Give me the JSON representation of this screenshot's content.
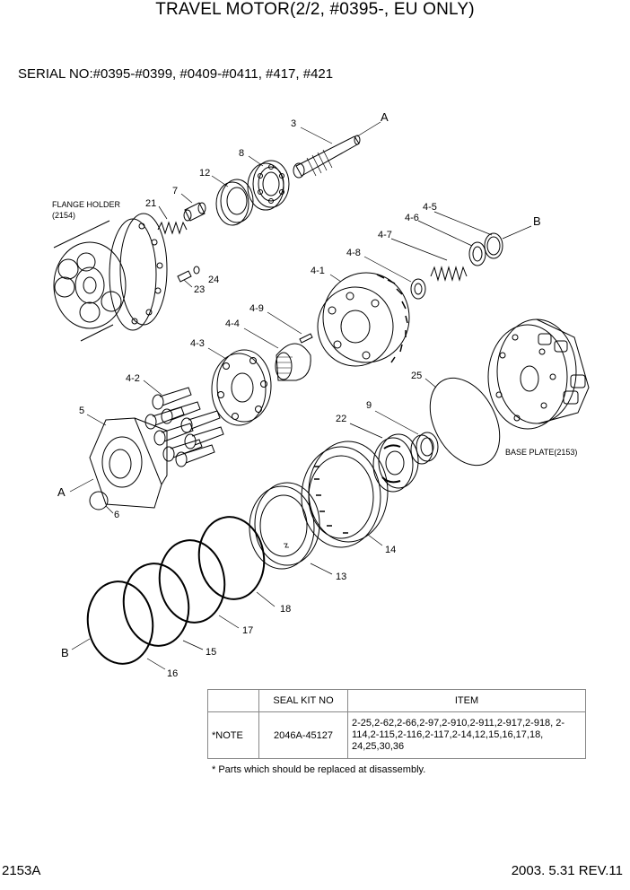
{
  "title": "TRAVEL MOTOR(2/2, #0395-, EU ONLY)",
  "serial": "SERIAL NO:#0395-#0399, #0409-#0411, #417, #421",
  "labels": {
    "a_top": "A",
    "b_right": "B",
    "a_left": "A",
    "b_left": "B",
    "p3": "3",
    "p8": "8",
    "p12": "12",
    "p7": "7",
    "p21": "21",
    "p24": "24",
    "p23": "23",
    "p4_5": "4-5",
    "p4_6": "4-6",
    "p4_7": "4-7",
    "p4_8": "4-8",
    "p4_1": "4-1",
    "p4_9": "4-9",
    "p4_4": "4-4",
    "p4_3": "4-3",
    "p4_2": "4-2",
    "p5": "5",
    "p6": "6",
    "p25": "25",
    "p9": "9",
    "p22": "22",
    "p14": "14",
    "p13": "13",
    "p18": "18",
    "p17": "17",
    "p15": "15",
    "p16": "16",
    "flange_holder": "FLANGE HOLDER",
    "flange_holder_no": "(2154)",
    "base_plate": "BASE PLATE(2153)"
  },
  "seal_table": {
    "header_blank": "",
    "header_kit": "SEAL KIT NO",
    "header_item": "ITEM",
    "note": "*NOTE",
    "kit_no": "2046A-45127",
    "items": "2-25,2-62,2-66,2-97,2-910,2-911,2-917,2-918, 2-114,2-115,2-116,2-117,2-14,12,15,16,17,18, 24,25,30,36"
  },
  "footnote": "* Parts which should be replaced at disassembly.",
  "page_id": "2153A",
  "date_rev": "2003. 5.31  REV.11"
}
